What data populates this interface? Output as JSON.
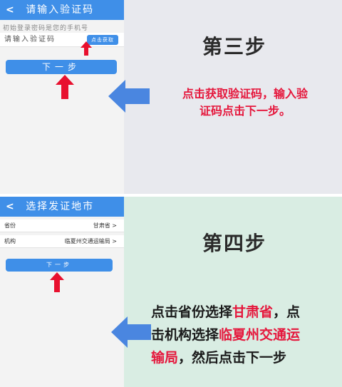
{
  "step3": {
    "header_back": "<",
    "header_title": "请输入验证码",
    "hint": "初始登录密码是您的手机号",
    "code_label": "请输入验证码",
    "get_code_button": "点击获取",
    "next_button": "下一步",
    "title": "第三步",
    "desc_line1": "点击获取验证码，输入验",
    "desc_line2": "证码点击下一步。"
  },
  "step4": {
    "header_back": "<",
    "header_title": "选择发证地市",
    "province_label": "省份",
    "province_value": "甘肃省 >",
    "agency_label": "机构",
    "agency_value": "临夏州交通运输局 >",
    "next_button": "下一步",
    "title": "第四步",
    "desc_p1": "点击省份选择",
    "desc_h1": "甘肃省",
    "desc_p2": "，点",
    "desc_p3": "击机构选择",
    "desc_h2": "临夏州交通运",
    "desc_h3": "输局",
    "desc_p4": "，然后点击下一步"
  },
  "colors": {
    "accent_blue": "#3f8fe8",
    "highlight_red": "#e5173c",
    "arrow_blue": "#4a86e0",
    "arrow_red": "#e8102e"
  },
  "icons": {
    "back": "chevron-left-icon",
    "pointer_up": "red-arrow-up-icon",
    "pointer_left": "blue-arrow-left-icon"
  }
}
